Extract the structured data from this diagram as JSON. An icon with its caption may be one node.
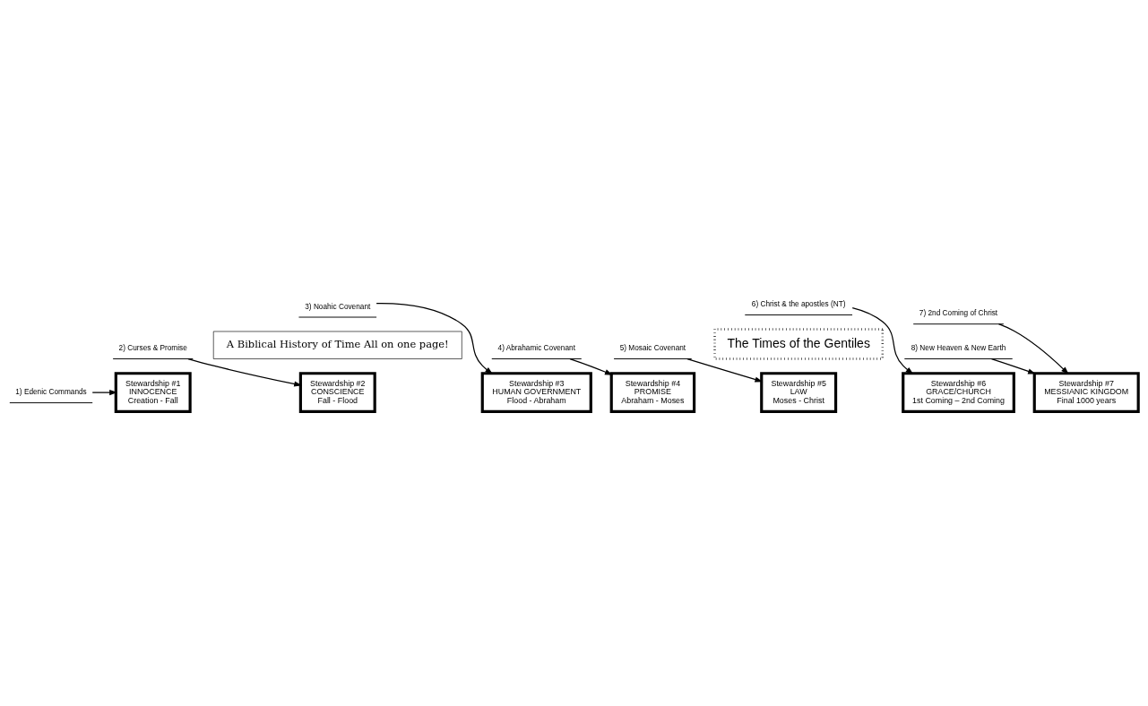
{
  "diagram": {
    "nodes": [
      {
        "text": [
          "Stewardship #1",
          "INNOCENCE",
          "Creation - Fall"
        ]
      },
      {
        "text": [
          "Stewardship #2",
          "CONSCIENCE",
          "Fall - Flood"
        ]
      },
      {
        "text": [
          "Stewardship #3",
          "HUMAN GOVERNMENT",
          "Flood - Abraham"
        ]
      },
      {
        "text": [
          "Stewardship #4",
          "PROMISE",
          "Abraham - Moses"
        ]
      },
      {
        "text": [
          "Stewardship #5",
          "LAW",
          "Moses - Christ"
        ]
      },
      {
        "text": [
          "Stewardship #6",
          "GRACE/CHURCH",
          "1st Coming – 2nd Coming"
        ]
      },
      {
        "text": [
          "Stewardship #7",
          "MESSIANIC KINGDOM",
          "Final 1000 years"
        ]
      },
      {
        "text": [
          "1) Edenic Commands"
        ]
      },
      {
        "text": [
          "2) Curses & Promise"
        ]
      },
      {
        "text": [
          "3) Noahic Covenant"
        ]
      },
      {
        "text": [
          "4) Abrahamic Covenant"
        ]
      },
      {
        "text": [
          "5) Mosaic Covenant"
        ]
      },
      {
        "text": [
          "6) Christ & the apostles (NT)"
        ]
      },
      {
        "text": [
          "7) 2nd Coming of Christ"
        ]
      },
      {
        "text": [
          "8) New Heaven & New Earth"
        ]
      },
      {
        "text": [
          "A Biblical History of Time All on one page!"
        ]
      },
      {
        "text": [
          "The Times of the Gentiles"
        ]
      }
    ],
    "edges": [
      {
        "from": 7,
        "to": 0,
        "arrow": "to"
      },
      {
        "from": 8,
        "to": 1,
        "arrow": "to"
      },
      {
        "from": 9,
        "to": 2,
        "arrow": "to"
      },
      {
        "from": 10,
        "to": 3,
        "arrow": "to"
      },
      {
        "from": 11,
        "to": 4,
        "arrow": "to"
      },
      {
        "from": 12,
        "to": 5,
        "arrow": "to"
      },
      {
        "from": 13,
        "to": 6,
        "arrow": "to"
      },
      {
        "from": 14,
        "to": 6,
        "arrow": "to"
      }
    ]
  }
}
